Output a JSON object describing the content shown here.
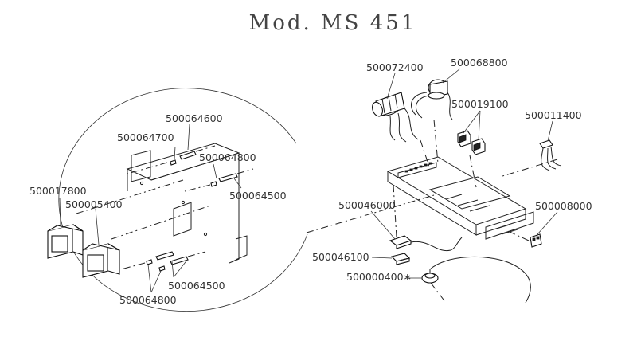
{
  "title": "Mod. MS 451",
  "labels": {
    "p500064600": "500064600",
    "p500064700": "500064700",
    "p500064800_top": "500064800",
    "p500064500_top": "500064500",
    "p500017800": "500017800",
    "p500005400": "500005400",
    "p500064500_bottom": "500064500",
    "p500064800_bottom": "500064800",
    "p500072400": "500072400",
    "p500068800": "500068800",
    "p500019100": "500019100",
    "p500011400": "500011400",
    "p500046000": "500046000",
    "p500008000": "500008000",
    "p500046100": "500046100",
    "p500000400": "500000400∗"
  }
}
